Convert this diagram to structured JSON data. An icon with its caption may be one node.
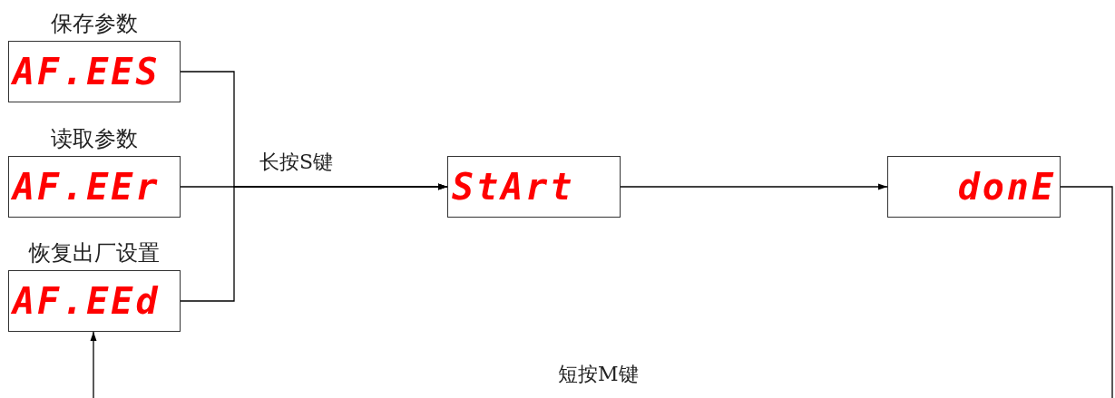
{
  "diagram": {
    "nodes": [
      {
        "text": [
          "保存参数",
          "AF.EES"
        ]
      },
      {
        "text": [
          "读取参数",
          "AF.EEr"
        ]
      },
      {
        "text": [
          "恢复出厂设置",
          "AF.EEd"
        ]
      },
      {
        "text": [
          "StArt"
        ]
      },
      {
        "text": [
          "donE"
        ]
      }
    ],
    "edges": [
      {
        "from": 0,
        "to": 3,
        "arrow": "to"
      },
      {
        "from": 1,
        "to": 3,
        "arrow": "to",
        "label": "长按S键"
      },
      {
        "from": 2,
        "to": 3,
        "arrow": "to"
      },
      {
        "from": 3,
        "to": 4,
        "arrow": "to"
      },
      {
        "from": 4,
        "to": null,
        "arrow": "none"
      },
      {
        "from": null,
        "to": 2,
        "arrow": "to"
      }
    ],
    "labels": [
      "短按M键"
    ]
  }
}
